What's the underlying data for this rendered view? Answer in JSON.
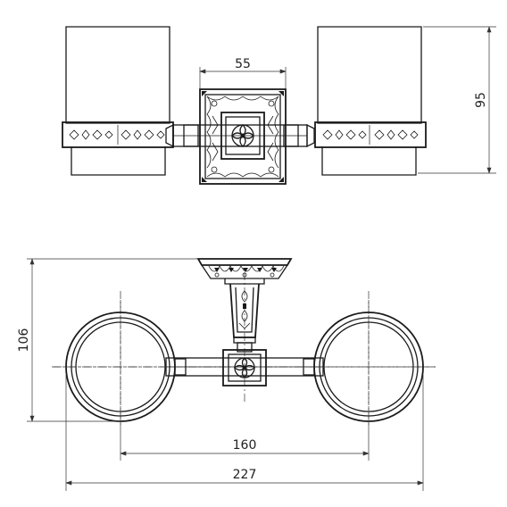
{
  "dimensions": {
    "plate_width": "55",
    "cup_height": "95",
    "overall_height": "106",
    "ring_center_spacing": "160",
    "overall_width": "227"
  }
}
